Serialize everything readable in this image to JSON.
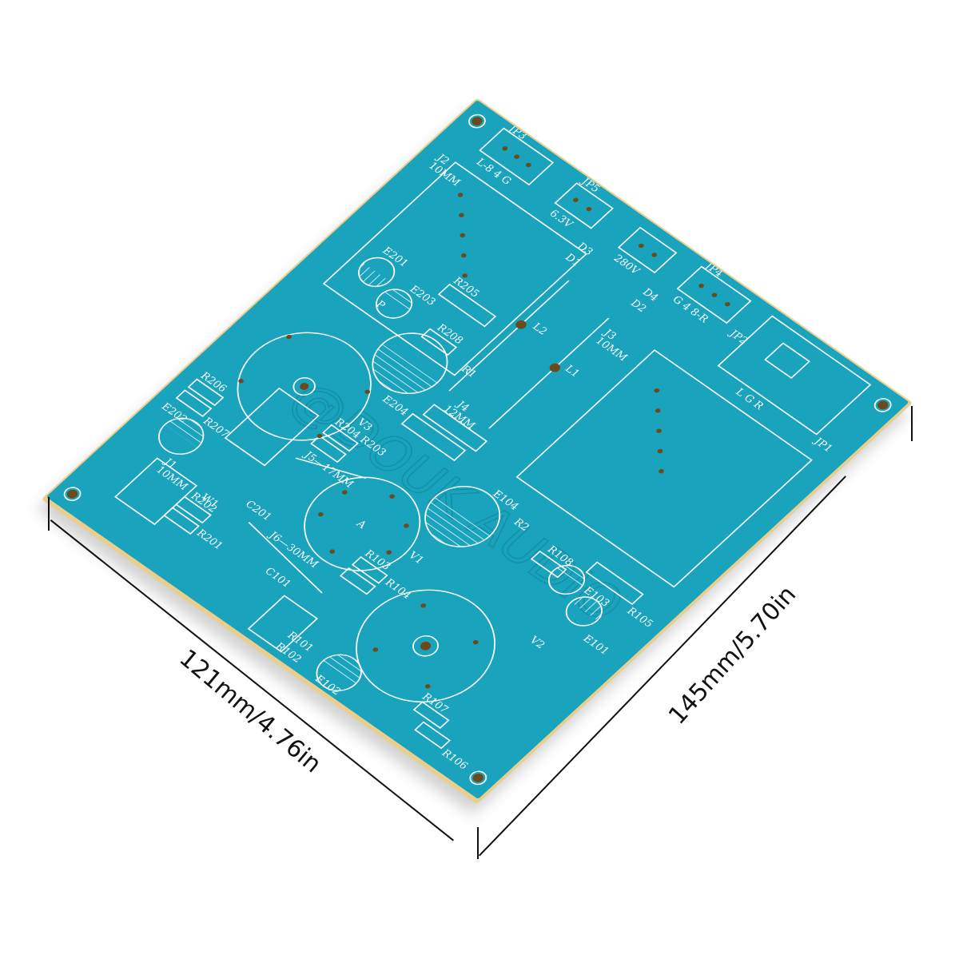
{
  "product": {
    "description": "Bare vacuum-tube amplifier PCB (blue-green solder mask, white silkscreen)",
    "board_color": "#1aa3bd",
    "edge_color": "#e9cf8f",
    "silkscreen_color": "#ffffff"
  },
  "dimensions": {
    "width_label": "121mm/4.76in",
    "length_label": "145mm/5.70in"
  },
  "watermark": "@DOUK AUDIO",
  "silkscreen": {
    "connectors": {
      "jp3": "JP3",
      "jp3_pins": "L-8  4  G",
      "jp5": "JP5",
      "jp5_value": "6.3V",
      "jp4": "JP4",
      "jp4_value": "280V",
      "jp4_pins": "G  4  8-R",
      "jp2": "JP2",
      "jp1": "JP1",
      "jp1_pins": "L  G  R"
    },
    "jumpers": {
      "j2": "J2",
      "j2_len": "10MM",
      "j3": "J3",
      "j3_len": "10MM",
      "j4": "J4",
      "j4_len": "12MM",
      "j1": "J1",
      "j1_len": "10MM",
      "j5": "J5—17MM",
      "j6": "J6—30MM"
    },
    "diodes": [
      "D1",
      "D2",
      "D3",
      "D4"
    ],
    "inductors": [
      "L1",
      "L2"
    ],
    "tubes": [
      "V1",
      "V2",
      "V3"
    ],
    "tube_marker": "A",
    "resistors": [
      "R1",
      "R2",
      "R101",
      "R102",
      "R103",
      "R104",
      "R105",
      "R106",
      "R107",
      "R108",
      "R201",
      "R202",
      "R203",
      "R204",
      "R205",
      "R206",
      "R207",
      "R208"
    ],
    "resistor_pair_labels": {
      "r204_r203": "R204 R203",
      "r103": "R103",
      "r104": "R104"
    },
    "capacitors": [
      "E101",
      "E102",
      "E103",
      "E104",
      "E201",
      "E202",
      "E203",
      "E204"
    ],
    "film_caps": [
      "C101",
      "C201"
    ],
    "pot": "W1",
    "polarity_mark": "P"
  }
}
